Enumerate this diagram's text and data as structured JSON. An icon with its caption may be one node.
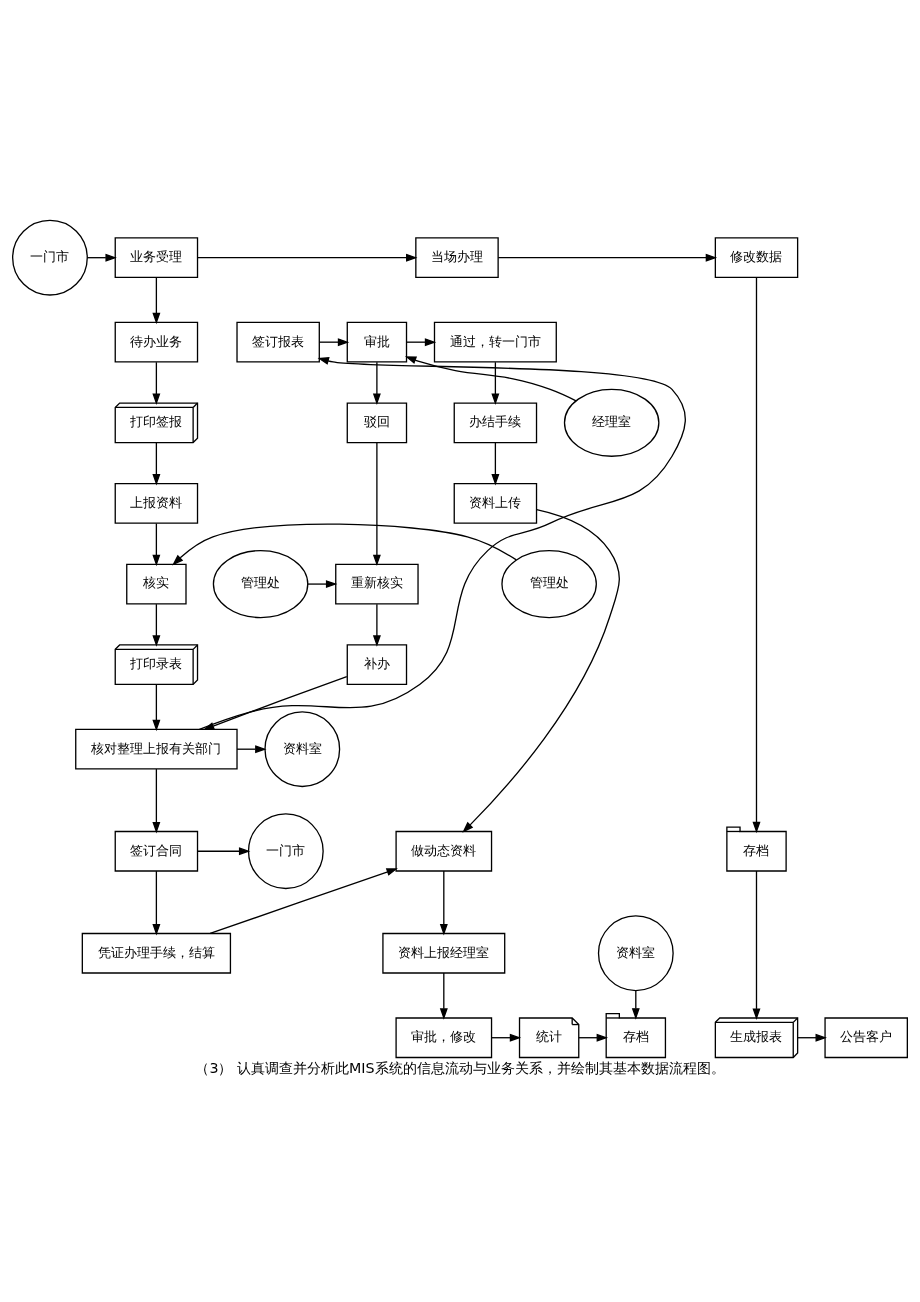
{
  "diagram": {
    "caption": "（3） 认真调查并分析此MIS系统的信息流动与业务关系，并绘制其基本数据流程图。",
    "nodes": [
      {
        "text": [
          "一门市"
        ]
      },
      {
        "text": [
          "业务受理"
        ]
      },
      {
        "text": [
          "当场办理"
        ]
      },
      {
        "text": [
          "修改数据"
        ]
      },
      {
        "text": [
          "待办业务"
        ]
      },
      {
        "text": [
          "签订报表"
        ]
      },
      {
        "text": [
          "审批"
        ]
      },
      {
        "text": [
          "通过，转一门市"
        ]
      },
      {
        "text": [
          "打印签报"
        ]
      },
      {
        "text": [
          "经理室"
        ]
      },
      {
        "text": [
          "驳回"
        ]
      },
      {
        "text": [
          "办结手续"
        ]
      },
      {
        "text": [
          "上报资料"
        ]
      },
      {
        "text": [
          "资料上传"
        ]
      },
      {
        "text": [
          "管理处"
        ]
      },
      {
        "text": [
          "核实"
        ]
      },
      {
        "text": [
          "管理处"
        ]
      },
      {
        "text": [
          "重新核实"
        ]
      },
      {
        "text": [
          "打印录表"
        ]
      },
      {
        "text": [
          "补办"
        ]
      },
      {
        "text": [
          "资料室"
        ]
      },
      {
        "text": [
          "核对整理上报有关部门"
        ]
      },
      {
        "text": [
          "签订合同"
        ]
      },
      {
        "text": [
          "一门市"
        ]
      },
      {
        "text": [
          "存档"
        ]
      },
      {
        "text": [
          "做动态资料"
        ]
      },
      {
        "text": [
          "凭证办理手续，结算"
        ]
      },
      {
        "text": [
          "资料室"
        ]
      },
      {
        "text": [
          "资料上报经理室"
        ]
      },
      {
        "text": [
          "公告客户"
        ]
      },
      {
        "text": [
          "生成报表"
        ]
      },
      {
        "text": [
          "审批，修改"
        ]
      },
      {
        "text": [
          "统计"
        ]
      },
      {
        "text": [
          "存档"
        ]
      }
    ],
    "edges": [
      {
        "from": 0,
        "to": 1,
        "arrow": "to"
      },
      {
        "from": 1,
        "to": 2,
        "arrow": "to"
      },
      {
        "from": 2,
        "to": 3,
        "arrow": "to"
      },
      {
        "from": 1,
        "to": 4,
        "arrow": "to"
      },
      {
        "from": 4,
        "to": 8,
        "arrow": "to"
      },
      {
        "from": 8,
        "to": 12,
        "arrow": "to"
      },
      {
        "from": 12,
        "to": 15,
        "arrow": "to"
      },
      {
        "from": 14,
        "to": 15,
        "arrow": "to"
      },
      {
        "from": 15,
        "to": 18,
        "arrow": "to"
      },
      {
        "from": 18,
        "to": 21,
        "arrow": "to"
      },
      {
        "from": 21,
        "to": 20,
        "arrow": "to"
      },
      {
        "from": 21,
        "to": 5,
        "arrow": "to"
      },
      {
        "from": 5,
        "to": 6,
        "arrow": "to"
      },
      {
        "from": 6,
        "to": 7,
        "arrow": "to"
      },
      {
        "from": 6,
        "to": 10,
        "arrow": "to"
      },
      {
        "from": 9,
        "to": 6,
        "arrow": "to"
      },
      {
        "from": 7,
        "to": 11,
        "arrow": "to"
      },
      {
        "from": 11,
        "to": 13,
        "arrow": "to"
      },
      {
        "from": 10,
        "to": 17,
        "arrow": "to"
      },
      {
        "from": 16,
        "to": 17,
        "arrow": "to"
      },
      {
        "from": 17,
        "to": 19,
        "arrow": "to"
      },
      {
        "from": 19,
        "to": 21,
        "arrow": "to"
      },
      {
        "from": 21,
        "to": 22,
        "arrow": "to"
      },
      {
        "from": 22,
        "to": 23,
        "arrow": "to"
      },
      {
        "from": 22,
        "to": 26,
        "arrow": "to"
      },
      {
        "from": 26,
        "to": 25,
        "arrow": "to"
      },
      {
        "from": 13,
        "to": 25,
        "arrow": "to"
      },
      {
        "from": 25,
        "to": 28,
        "arrow": "to"
      },
      {
        "from": 28,
        "to": 31,
        "arrow": "to"
      },
      {
        "from": 31,
        "to": 32,
        "arrow": "to"
      },
      {
        "from": 32,
        "to": 33,
        "arrow": "to"
      },
      {
        "from": 27,
        "to": 33,
        "arrow": "to"
      },
      {
        "from": 3,
        "to": 24,
        "arrow": "to"
      },
      {
        "from": 24,
        "to": 30,
        "arrow": "to"
      },
      {
        "from": 30,
        "to": 29,
        "arrow": "to"
      }
    ]
  }
}
